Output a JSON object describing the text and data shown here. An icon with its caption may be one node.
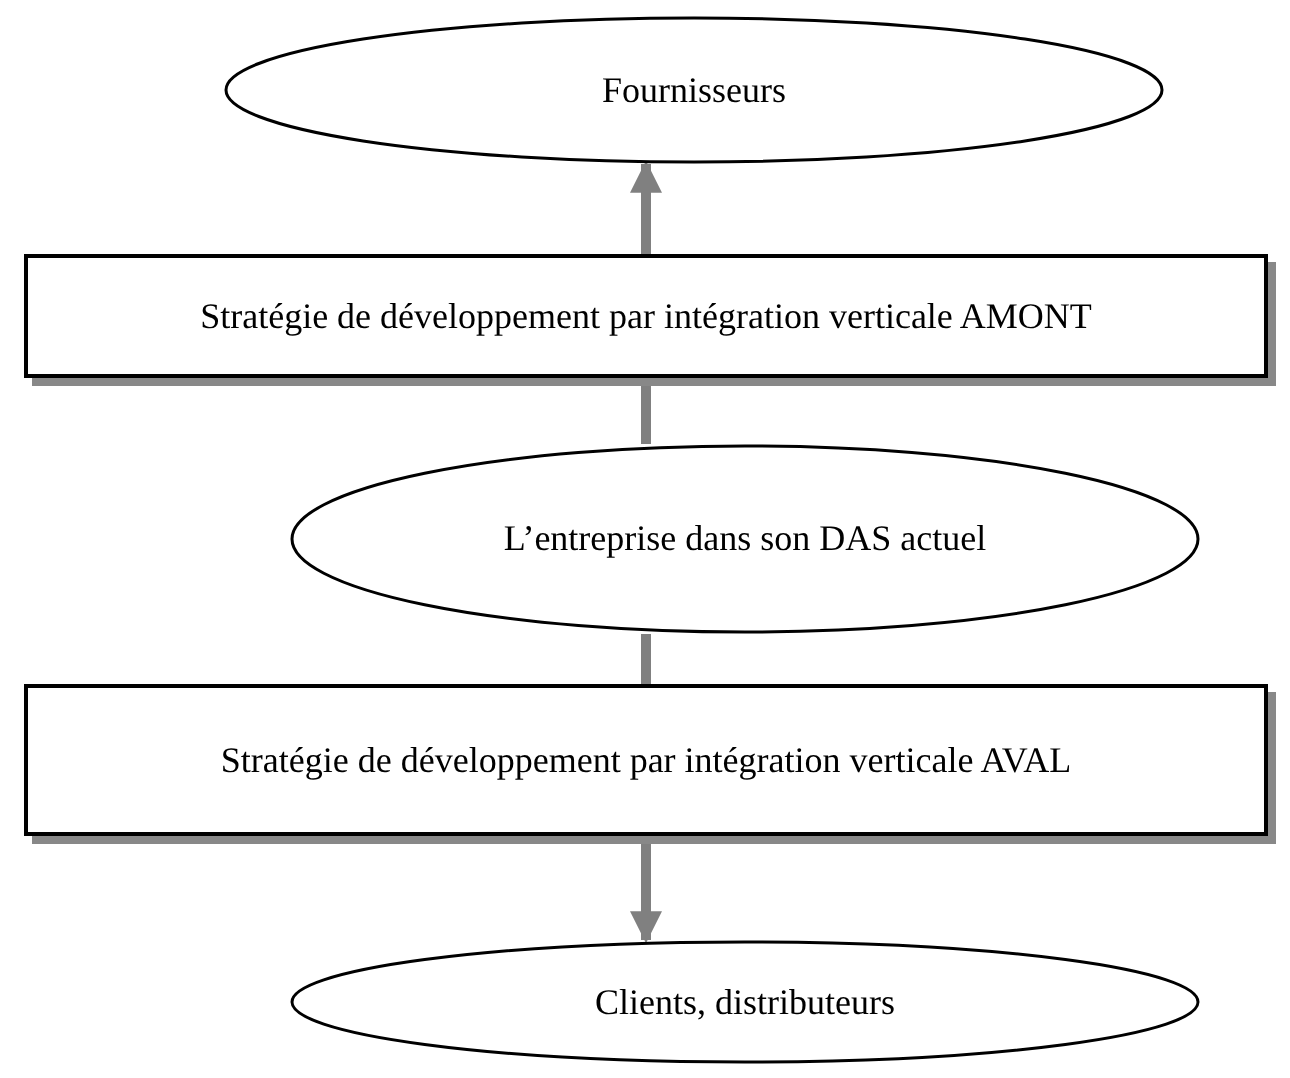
{
  "diagram": {
    "nodes": [
      {
        "text": [
          "Fournisseurs"
        ]
      },
      {
        "text": [
          "Stratégie de développement par intégration verticale AMONT"
        ]
      },
      {
        "text": [
          "L’entreprise dans son DAS actuel"
        ]
      },
      {
        "text": [
          "Stratégie de développement par intégration verticale AVAL"
        ]
      },
      {
        "text": [
          "Clients, distributeurs"
        ]
      }
    ],
    "edges": [
      {
        "from": 1,
        "to": 0,
        "arrow": "to"
      },
      {
        "from": 2,
        "to": 1,
        "arrow": "none"
      },
      {
        "from": 2,
        "to": 3,
        "arrow": "none"
      },
      {
        "from": 3,
        "to": 4,
        "arrow": "to"
      }
    ]
  }
}
